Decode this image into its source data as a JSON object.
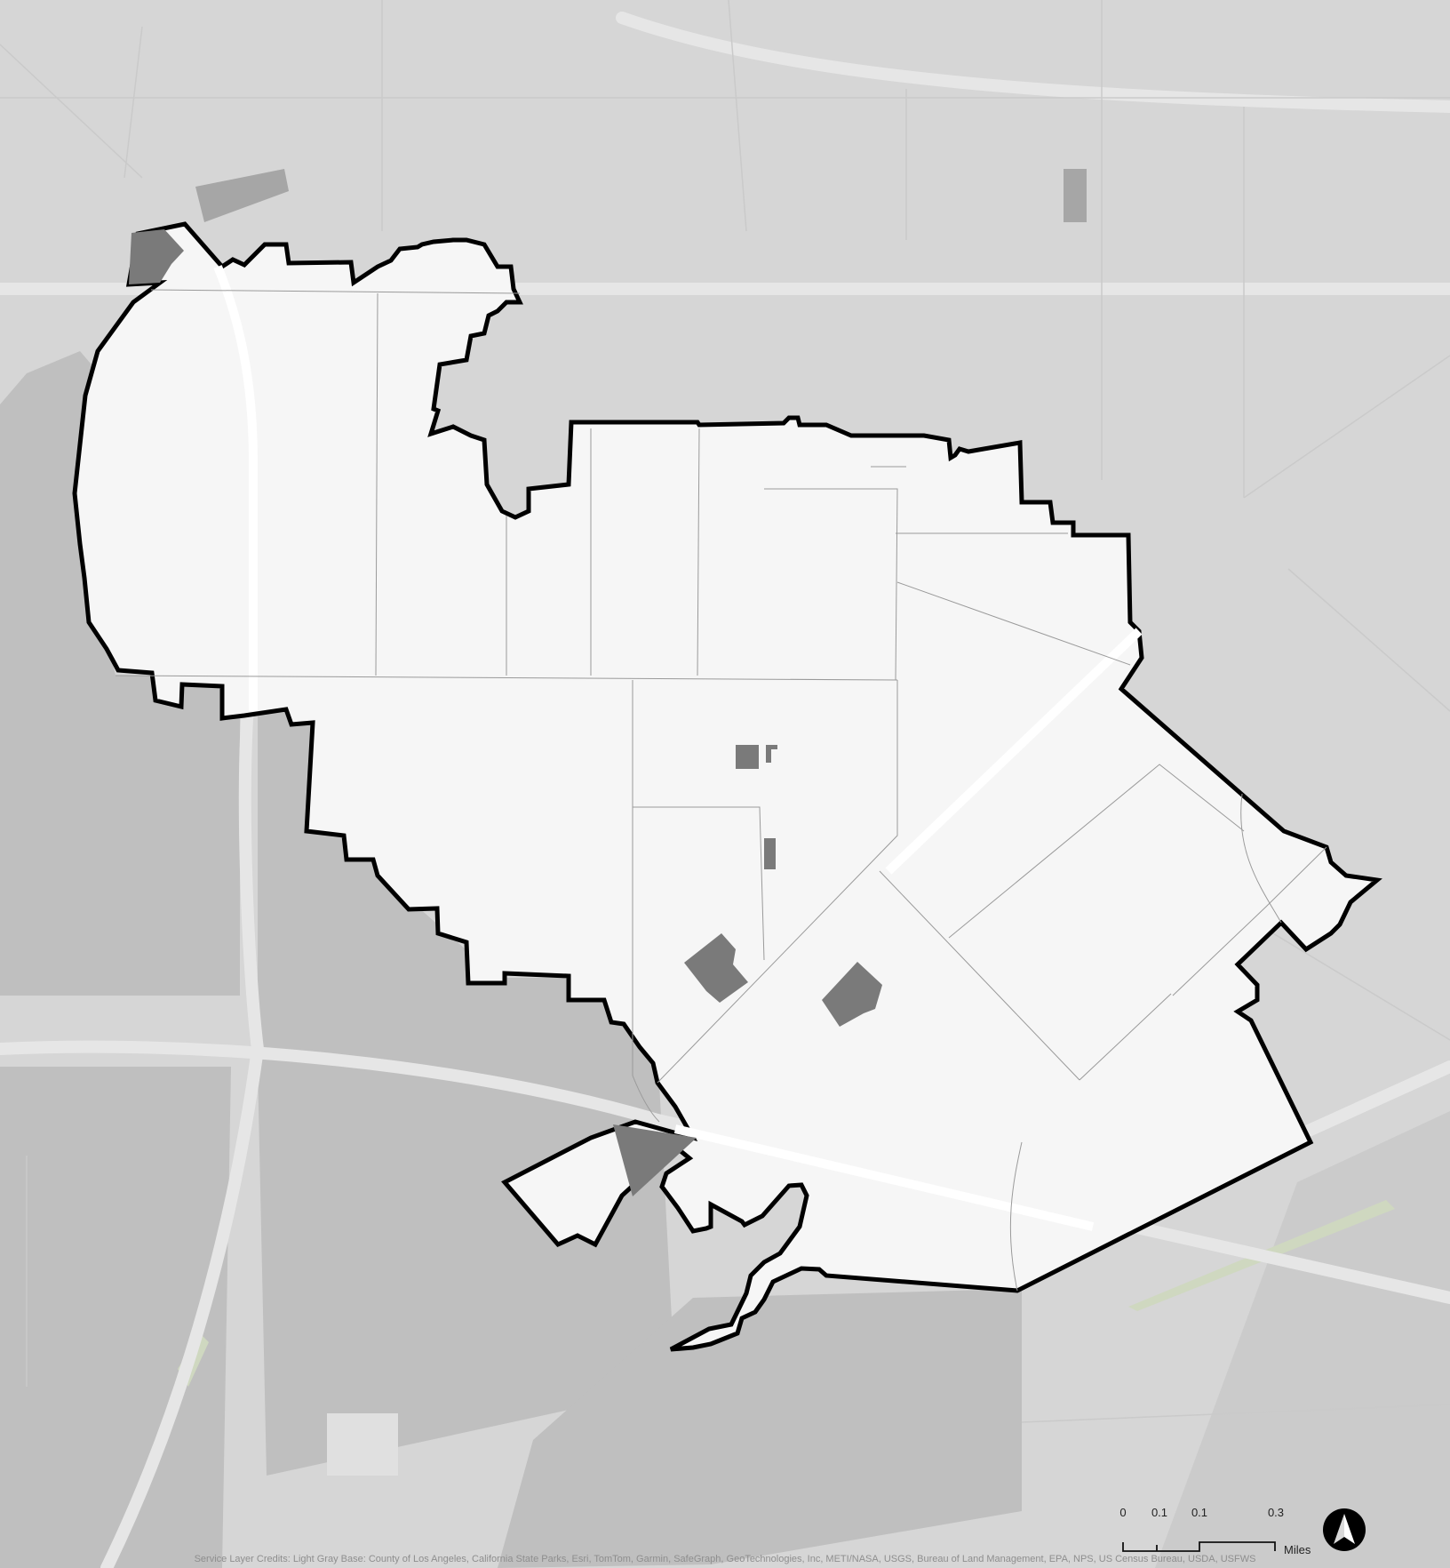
{
  "map": {
    "scale_bar": {
      "ticks": [
        "0",
        "0.1",
        "0.1",
        "0.3"
      ],
      "unit": "Miles"
    },
    "north_arrow_icon": "north-arrow-icon",
    "credits": "Service Layer Credits: Light Gray Base: County of Los Angeles, California State Parks, Esri, TomTom, Garmin, SafeGraph, GeoTechnologies, Inc, METI/NASA, USGS, Bureau of Land Management, EPA, NPS, US Census Bureau, USDA, USFWS",
    "colors": {
      "basemap": "#d6d6d6",
      "dark_parcel": "#bfbfbf",
      "boundary_fill": "#f6f6f6",
      "boundary_stroke": "#000000",
      "highlight_sites": "#7a7a7a",
      "park": "#cfd8c0"
    }
  }
}
